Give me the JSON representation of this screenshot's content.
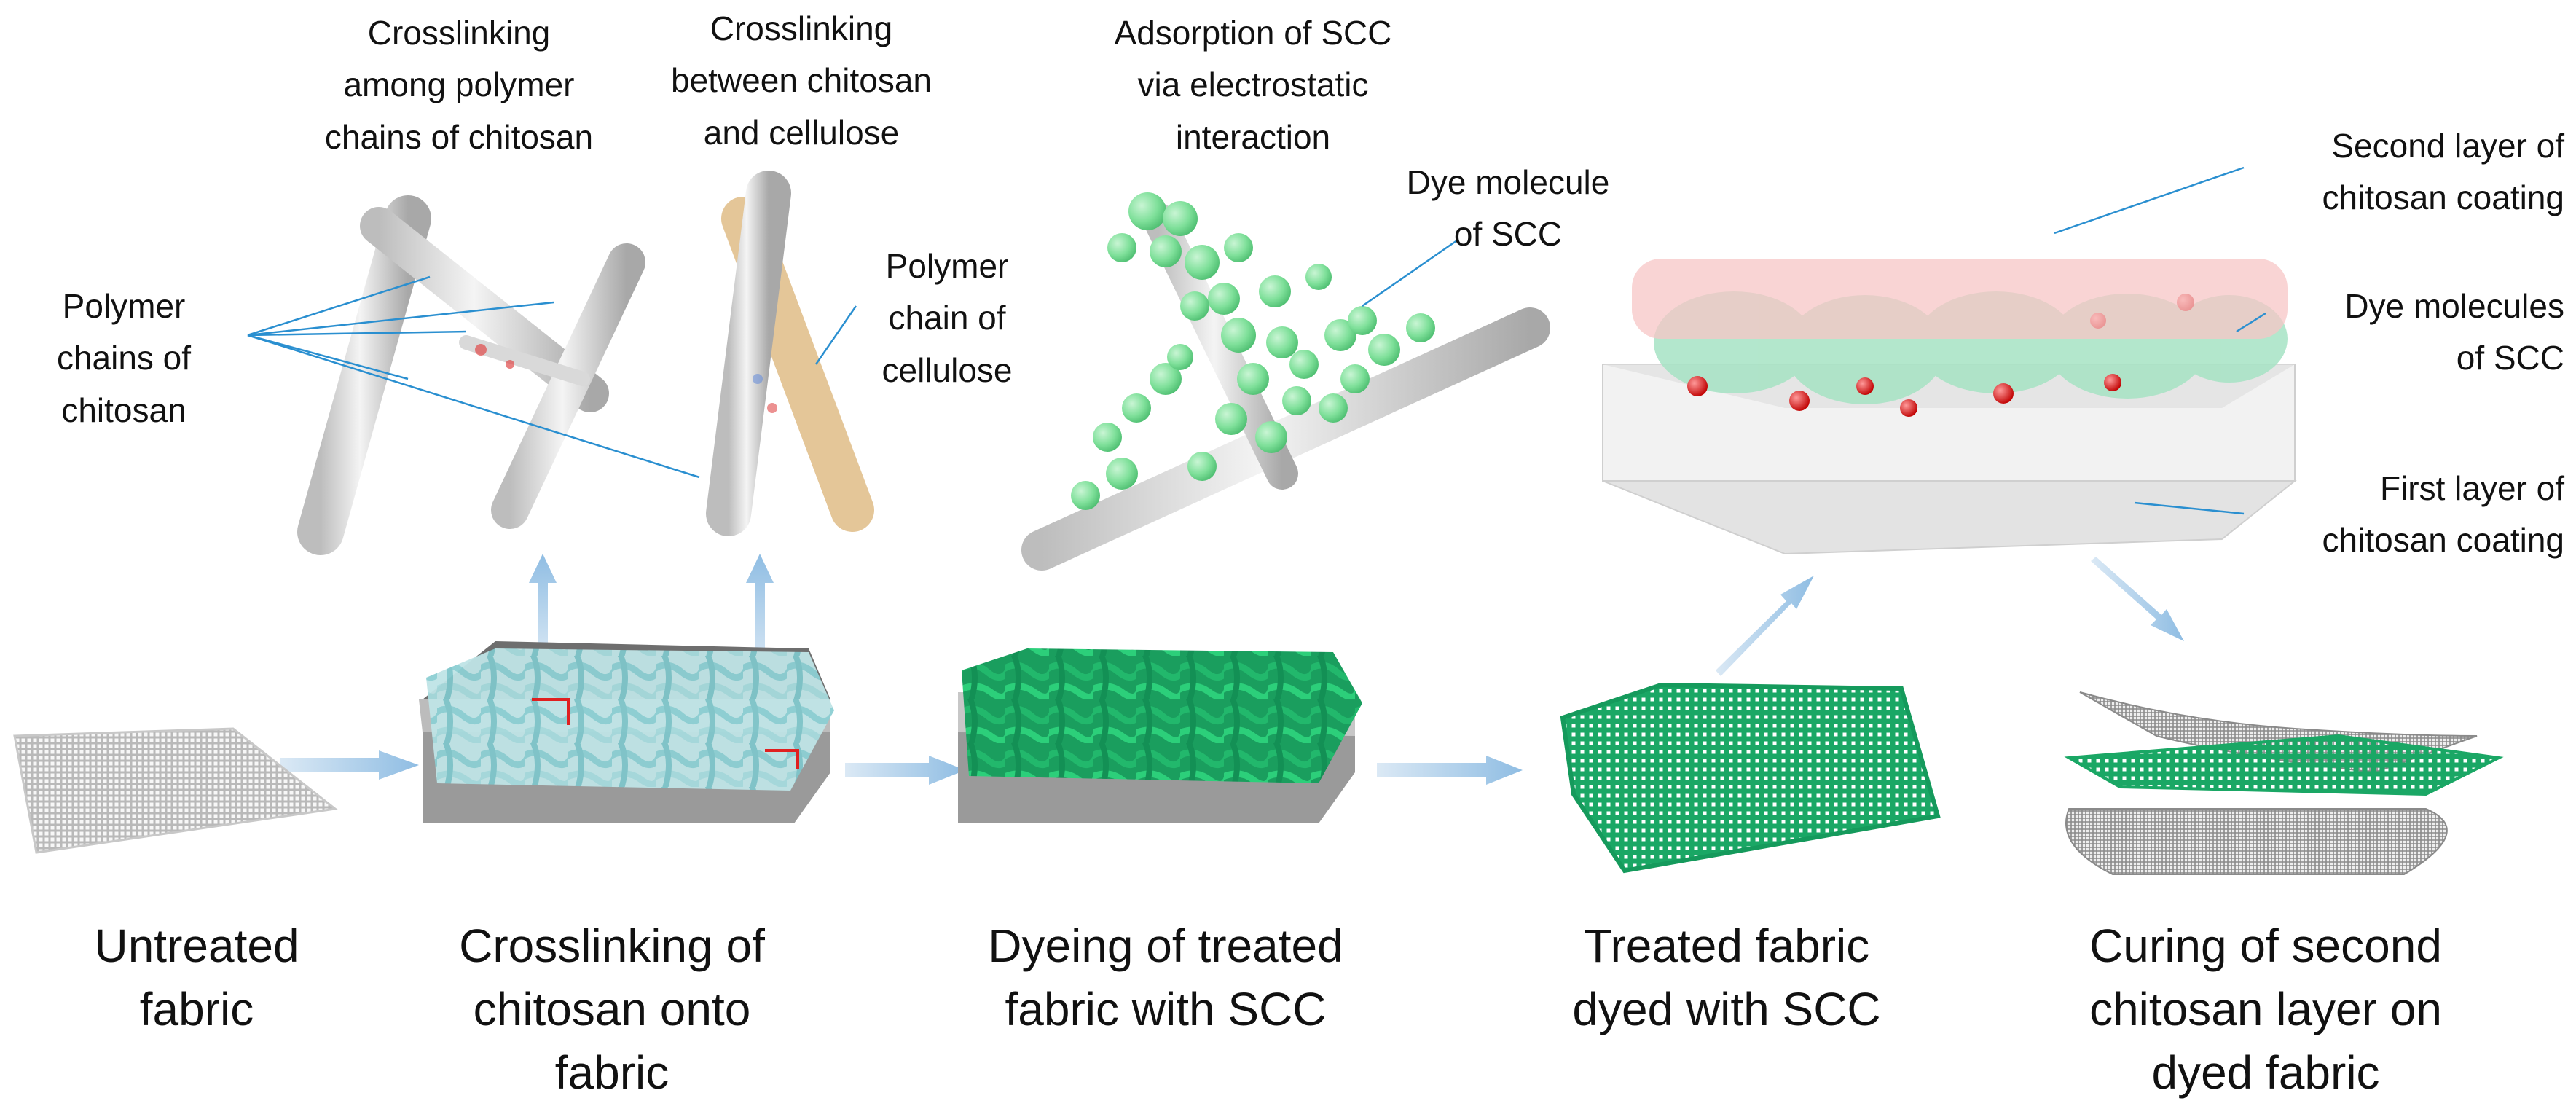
{
  "top_titles": {
    "crosslinking_chitosan": [
      "Crosslinking",
      "among polymer",
      "chains of chitosan"
    ],
    "crosslinking_cellulose": [
      "Crosslinking",
      "between chitosan",
      "and cellulose"
    ],
    "adsorption": [
      "Adsorption of SCC",
      "via electrostatic",
      "interaction"
    ]
  },
  "callouts": {
    "polymer_chains_chitosan": [
      "Polymer",
      "chains of",
      "chitosan"
    ],
    "polymer_chain_cellulose": [
      "Polymer",
      "chain of",
      "cellulose"
    ],
    "dye_molecule": [
      "Dye molecule",
      "of SCC"
    ],
    "second_layer": [
      "Second layer of",
      "chitosan coating"
    ],
    "dye_molecules": [
      "Dye molecules",
      "of SCC"
    ],
    "first_layer": [
      "First layer of",
      "chitosan coating"
    ]
  },
  "steps": [
    {
      "lines": [
        "Untreated",
        "fabric"
      ]
    },
    {
      "lines": [
        "Crosslinking of",
        "chitosan onto",
        "fabric"
      ]
    },
    {
      "lines": [
        "Dyeing of treated",
        "fabric with SCC"
      ]
    },
    {
      "lines": [
        "Treated fabric",
        "dyed with SCC"
      ]
    },
    {
      "lines": [
        "Curing of second",
        "chitosan layer on",
        "dyed fabric"
      ]
    }
  ],
  "colors": {
    "chitosan_coat": "#9fd7da",
    "dye_green": "#1fb36e",
    "sphere_green": "#7fe09a",
    "cellulose": "#e9c89a",
    "leader_line": "#2a8fd0",
    "arrow": "#a9cbe6",
    "slab": "#8f8f8f"
  }
}
